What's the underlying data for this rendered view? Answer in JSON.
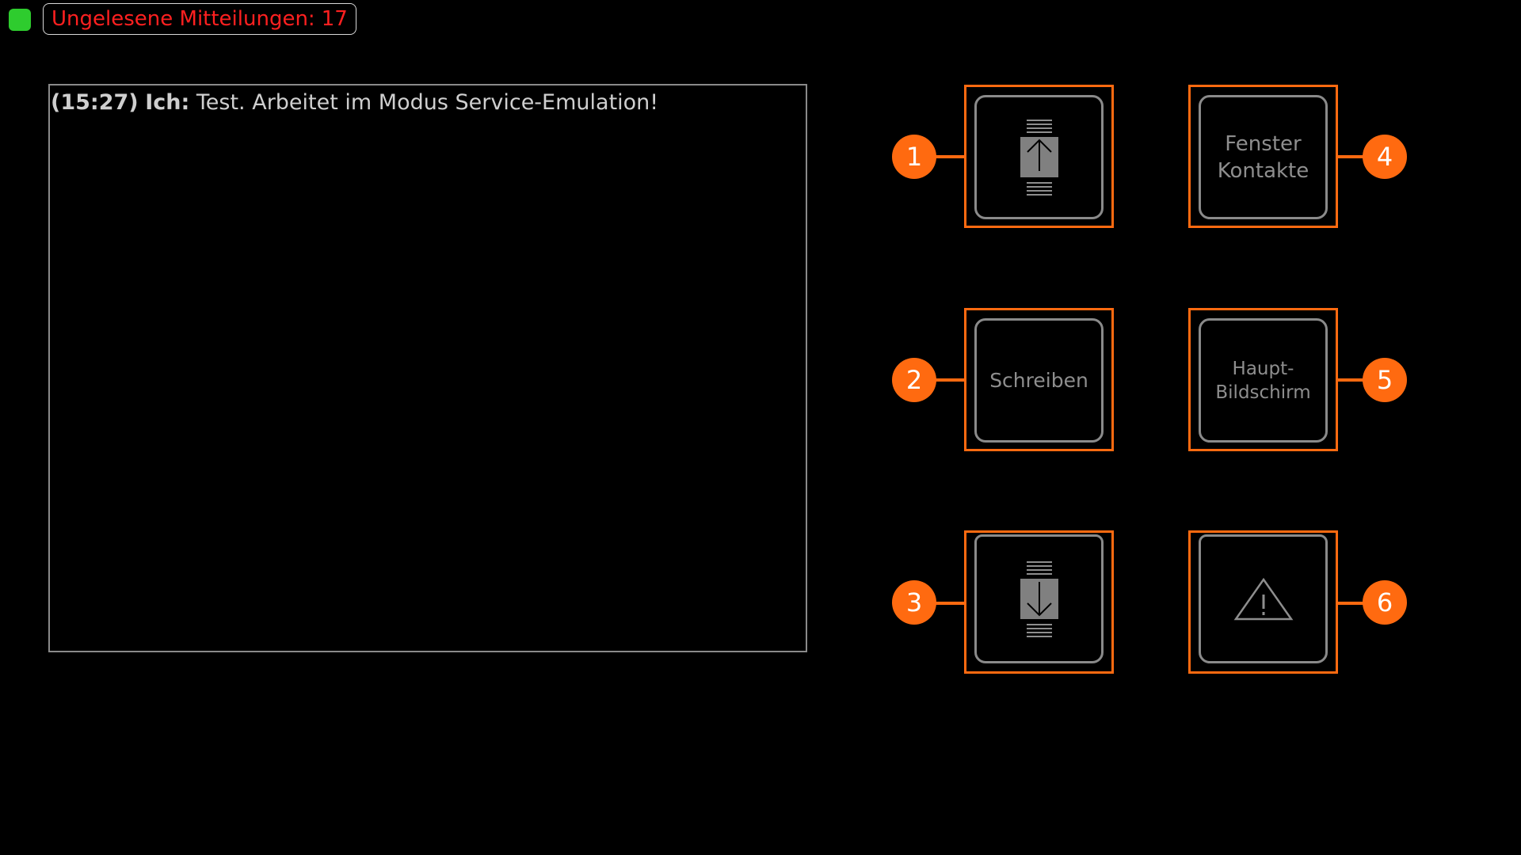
{
  "status": {
    "indicator_color": "#2ecc2e",
    "unread_label": "Ungelesene Mitteilungen:",
    "unread_count": "17"
  },
  "messages": [
    {
      "time": "(15:27)",
      "sender": "Ich:",
      "text": "Test. Arbeitet im Modus Service-Emulation!"
    }
  ],
  "buttons": [
    {
      "callout": "1",
      "label": "",
      "icon": "scroll-up-icon"
    },
    {
      "callout": "2",
      "label": "Schreiben",
      "icon": ""
    },
    {
      "callout": "3",
      "label": "",
      "icon": "scroll-down-icon"
    },
    {
      "callout": "4",
      "label": "Fenster\nKontakte",
      "icon": ""
    },
    {
      "callout": "5",
      "label": "Haupt-\nBildschirm",
      "icon": ""
    },
    {
      "callout": "6",
      "label": "",
      "icon": "warning-triangle-icon"
    }
  ],
  "colors": {
    "accent": "#ff6a10",
    "unread_text": "#ff2020",
    "button_border": "#8a8a8a",
    "background": "#000000"
  }
}
